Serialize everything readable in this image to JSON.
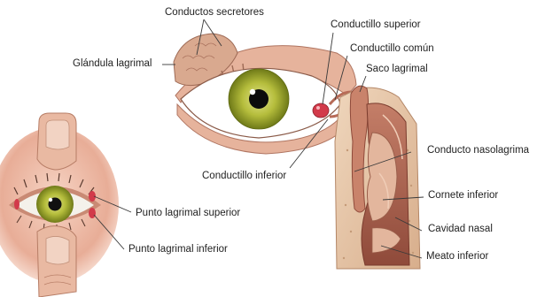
{
  "labels": {
    "conductos_secretores": "Conductos secretores",
    "glandula_lagrimal": "Glándula lagrimal",
    "conductillo_superior": "Conductillo superior",
    "conductillo_comun": "Conductillo común",
    "saco_lagrimal": "Saco lagrimal",
    "conducto_nasolagrimal": "Conducto nasolagrima",
    "conductillo_inferior": "Conductillo inferior",
    "cornete_inferior": "Cornete inferior",
    "cavidad_nasal": "Cavidad nasal",
    "meato_inferior": "Meato inferior",
    "punto_superior": "Punto lagrimal superior",
    "punto_inferior": "Punto lagrimal inferior"
  },
  "colors": {
    "skin": "#e8b39a",
    "skin_dark": "#c9836b",
    "iris": "#b5bd3c",
    "iris_dark": "#7f8a1f",
    "punctum": "#d23a4a",
    "gland": "#d9a98f",
    "bone": "#e7c9a9",
    "mucosa": "#b86b58"
  }
}
